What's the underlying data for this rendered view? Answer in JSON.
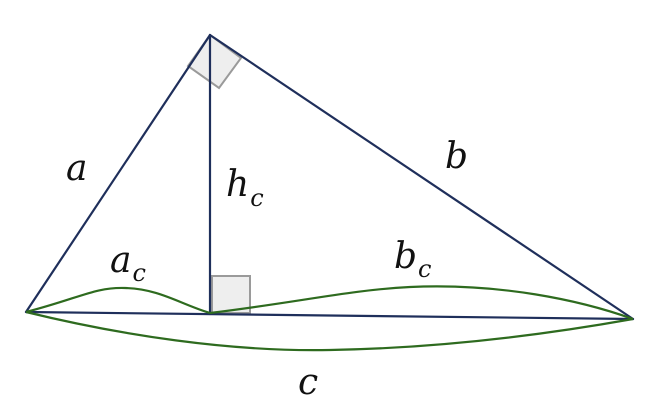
{
  "labels": {
    "side_a": "a",
    "side_b": "b",
    "hypotenuse_c": "c",
    "altitude_main": "h",
    "altitude_sub": "c",
    "segment_a_main": "a",
    "segment_a_sub": "c",
    "segment_b_main": "b",
    "segment_b_sub": "c"
  },
  "colors": {
    "triangle_edges": "#1f2f5b",
    "segment_arcs": "#2e6b1f",
    "right_angle_marker_fill": "#eeeeee",
    "right_angle_marker_stroke": "#9a9a9a",
    "label_text": "#111111"
  }
}
